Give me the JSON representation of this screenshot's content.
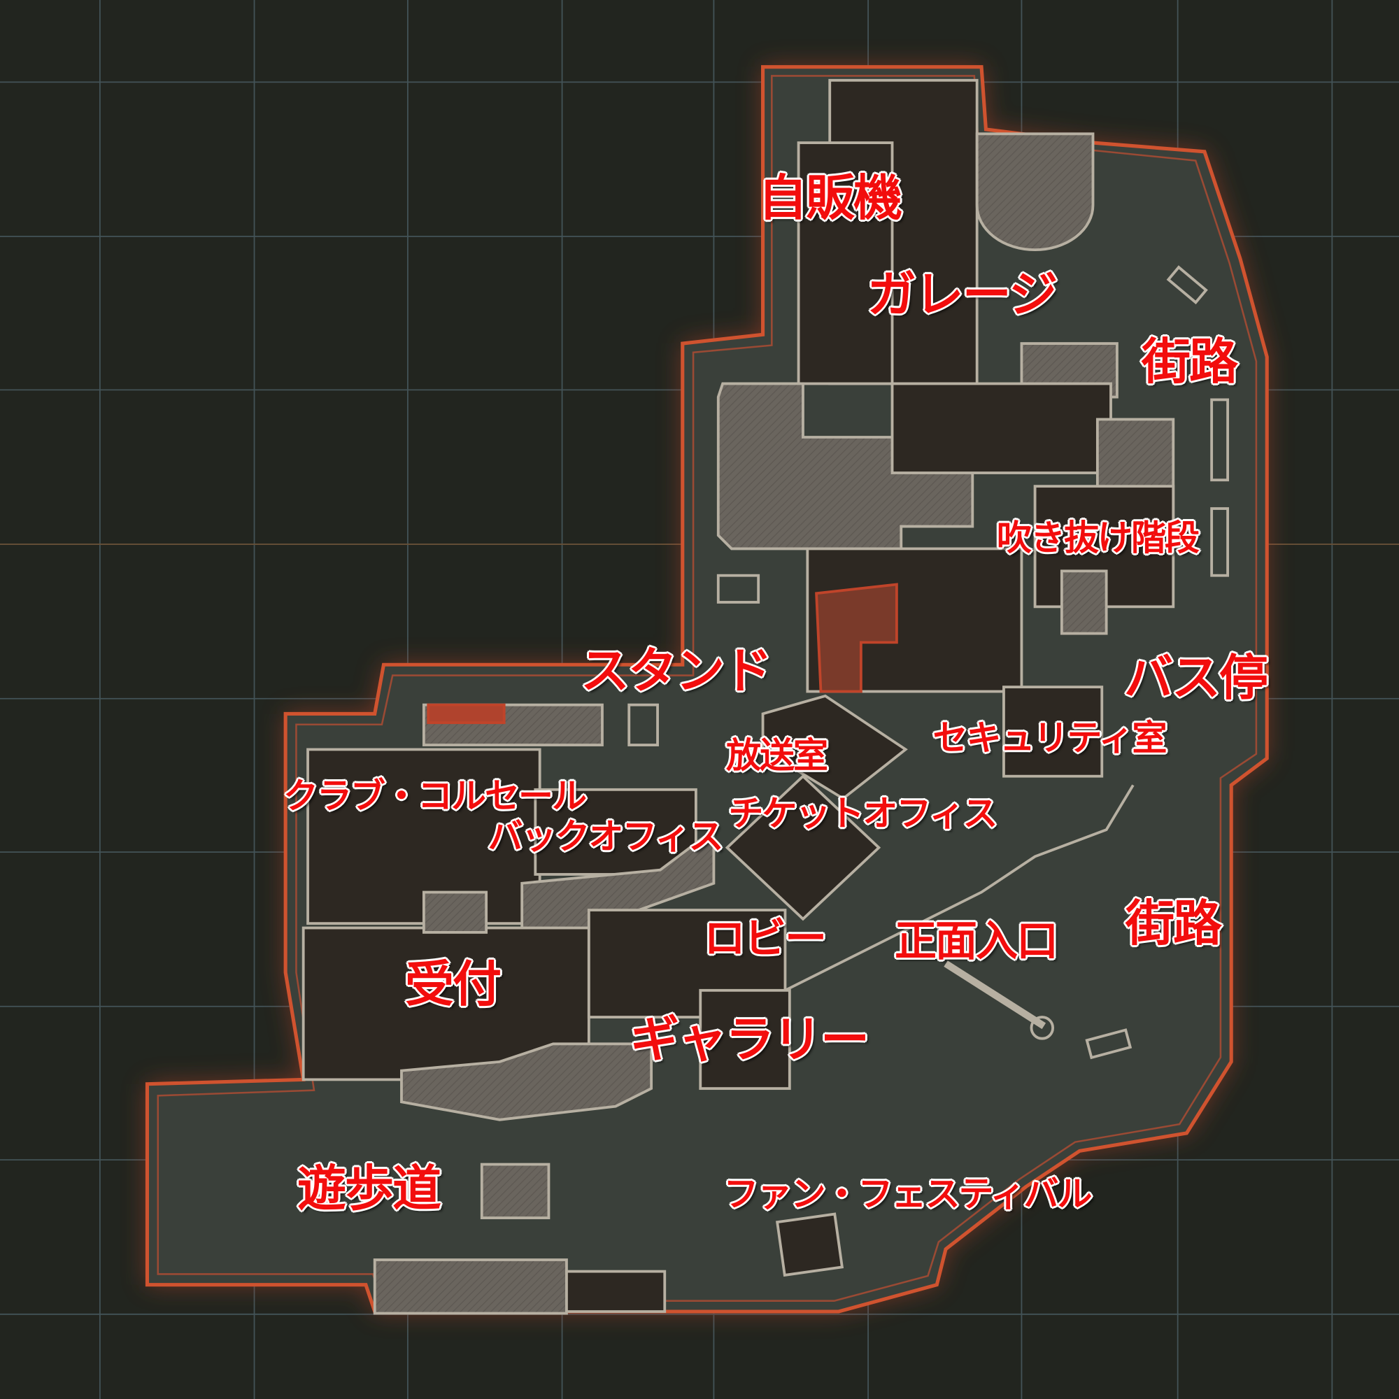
{
  "map": {
    "colors": {
      "background": "#22251f",
      "grid": "#5e7a86",
      "grid_major": "#a0744c",
      "outline": "#c0442a",
      "floor": "#3a403a",
      "room_dark": "#2d2822",
      "room_light": "#6a655e",
      "wall": "#b7b0a2",
      "label": "#f20d0d"
    },
    "labels": {
      "vending": "自販機",
      "garage": "ガレージ",
      "street_north": "街路",
      "atrium_stairs": "吹き抜け階段",
      "stand": "スタンド",
      "bus_stop": "バス停",
      "security_room": "セキュリティ室",
      "broadcast_room": "放送室",
      "club_corsair": "クラブ・コルセール",
      "ticket_office": "チケットオフィス",
      "back_office": "バックオフィス",
      "lobby": "ロビー",
      "main_entrance": "正面入口",
      "street_east": "街路",
      "reception": "受付",
      "gallery": "ギャラリー",
      "promenade": "遊歩道",
      "fan_festival": "ファン・フェスティバル"
    }
  }
}
